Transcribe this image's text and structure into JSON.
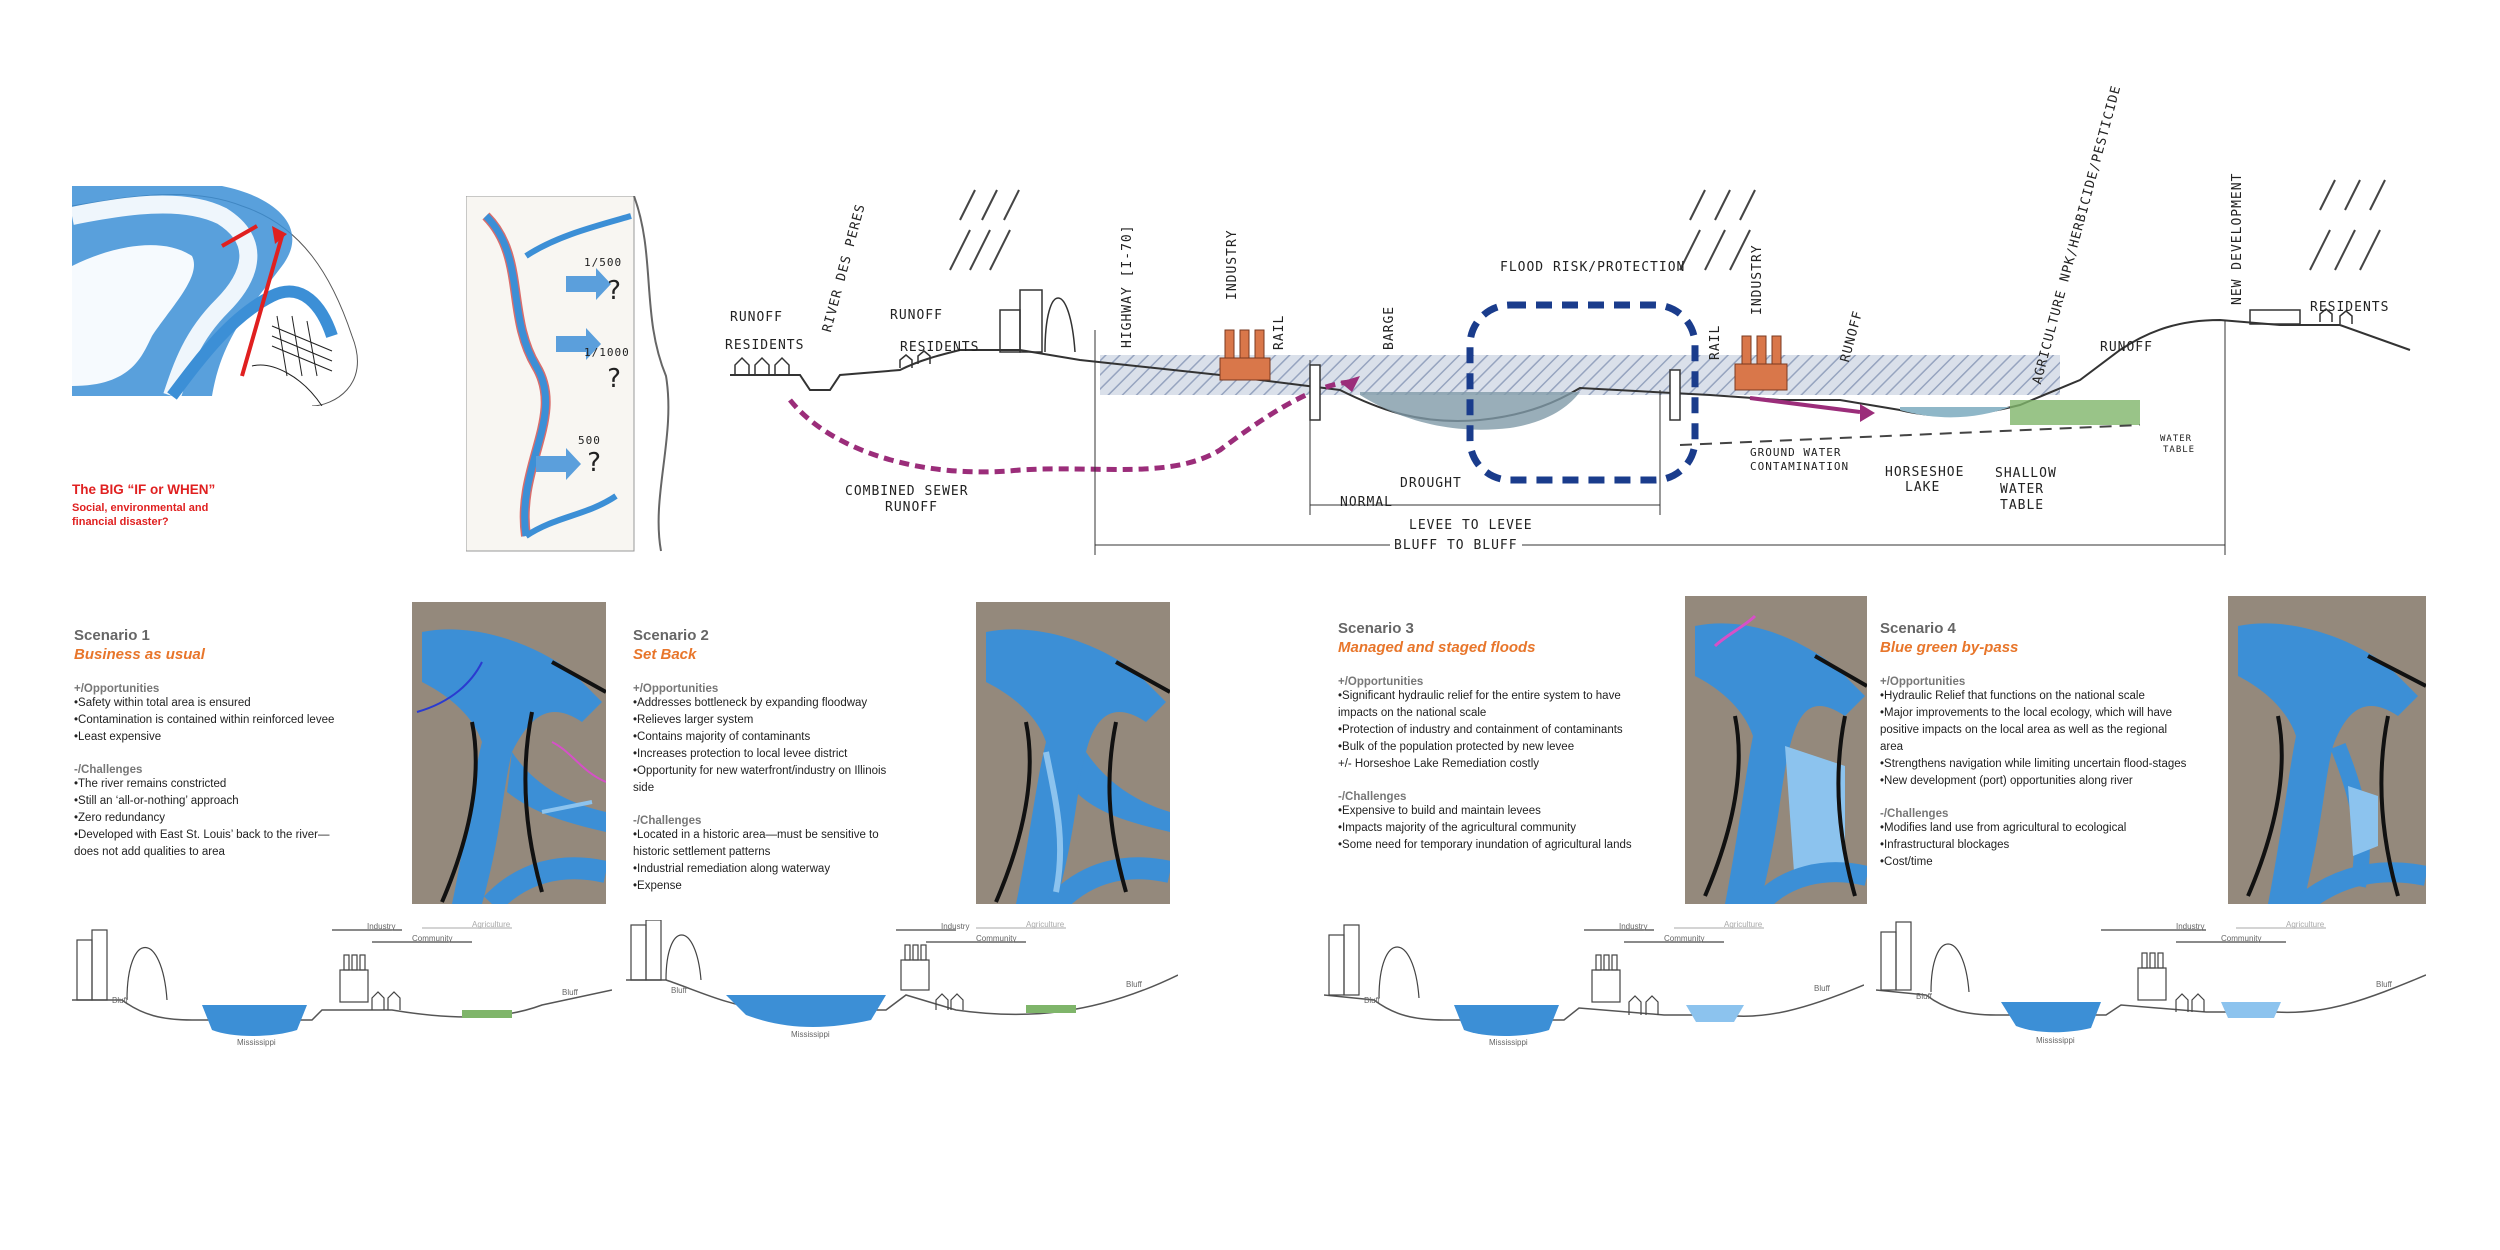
{
  "intro": {
    "title": "The BIG “IF or WHEN”",
    "subtitle_lines": [
      "Social, environmental and",
      "financial disaster?"
    ]
  },
  "sketch_map": {
    "labels": [
      "1/500",
      "1/1000",
      "?",
      "?",
      "?",
      "500"
    ]
  },
  "section_sketch": {
    "labels": {
      "runoff_left": "RUNOFF",
      "river_des_peres": "RIVER DES PERES",
      "residents_left": "RESIDENTS",
      "runoff_mid": "RUNOFF",
      "residents_mid": "RESIDENTS",
      "highway": "HIGHWAY [I-70]",
      "industry_left": "INDUSTRY",
      "rail_left": "RAIL",
      "barge": "BARGE",
      "flood_risk": "FLOOD RISK/PROTECTION",
      "industry_right": "INDUSTRY",
      "rail_right": "RAIL",
      "runoff_right": "RUNOFF",
      "agriculture": "AGRICULTURE NPK/HERBICIDE/PESTICIDE",
      "runoff_far": "RUNOFF",
      "new_development": "NEW DEVELOPMENT",
      "residents_right": "RESIDENTS",
      "combined_sewer": "COMBINED SEWER",
      "combined_sewer_2": "RUNOFF",
      "normal": "NORMAL",
      "drought": "DROUGHT",
      "ground_water": "GROUND WATER",
      "ground_water_2": "CONTAMINATION",
      "horseshoe": "HORSESHOE",
      "horseshoe_2": "LAKE",
      "shallow": "SHALLOW",
      "shallow_2": "WATER",
      "shallow_3": "TABLE",
      "water_table": "WATER",
      "water_table_2": "TABLE",
      "levee_to_levee": "LEVEE TO LEVEE",
      "bluff_to_bluff": "BLUFF TO BLUFF"
    }
  },
  "scenarios": [
    {
      "title": "Scenario 1",
      "name": "Business as usual",
      "opp_head": "+/Opportunities",
      "opportunities": [
        "•Safety within total area is ensured",
        "•Contamination is contained within reinforced levee",
        "•Least expensive"
      ],
      "chal_head": "-/Challenges",
      "challenges": [
        "•The river remains constricted",
        "•Still an ‘all-or-nothing’ approach",
        "•Zero redundancy",
        "•Developed with East St. Louis’  back to the river—",
        "does not add qualities to area"
      ]
    },
    {
      "title": "Scenario 2",
      "name": "Set Back",
      "opp_head": "+/Opportunities",
      "opportunities": [
        "•Addresses bottleneck by expanding floodway",
        "•Relieves larger system",
        "•Contains majority of contaminants",
        "•Increases protection to local levee district",
        "•Opportunity for new waterfront/industry on Illinois",
        "side"
      ],
      "chal_head": "-/Challenges",
      "challenges": [
        "•Located in a historic area—must be sensitive to",
        "historic settlement patterns",
        "•Industrial remediation along waterway",
        "•Expense"
      ]
    },
    {
      "title": "Scenario 3",
      "name": "Managed and staged floods",
      "opp_head": "+/Opportunities",
      "opportunities": [
        "•Significant hydraulic relief for the entire system to have",
        "impacts on the national scale",
        "•Protection of industry and containment of contaminants",
        "•Bulk of the population protected by new levee",
        "+/- Horseshoe Lake Remediation costly"
      ],
      "chal_head": "-/Challenges",
      "challenges": [
        "•Expensive to build and maintain levees",
        "•Impacts majority of the agricultural community",
        "•Some need for temporary inundation of agricultural lands"
      ]
    },
    {
      "title": "Scenario 4",
      "name": "Blue green by-pass",
      "opp_head": "+/Opportunities",
      "opportunities": [
        "•Hydraulic Relief that functions on the national scale",
        "•Major improvements to the local ecology, which will have",
        "positive impacts on the local area as well as the regional",
        "area",
        "•Strengthens navigation while limiting uncertain flood-stages",
        "•New development (port) opportunities along river"
      ],
      "chal_head": "-/Challenges",
      "challenges": [
        "•Modifies land use from agricultural to ecological",
        "•Infrastructural blockages",
        "•Cost/time"
      ]
    }
  ],
  "small_sections": {
    "industry": "Industry",
    "community": "Community",
    "agriculture": "Agriculture",
    "bluff_left": "Bluff",
    "bluff_right": "Bluff",
    "mississippi": "Mississippi"
  },
  "colors": {
    "water": "#3c8fd6",
    "water_light": "#8cc3ee",
    "accent_orange": "#e8762b",
    "accent_red": "#e02020",
    "levee_blue": "#1a3c8c",
    "sewer_purple": "#9b2d7a",
    "industry_orange": "#d9774a",
    "aerial_bg": "#8a7e72"
  }
}
